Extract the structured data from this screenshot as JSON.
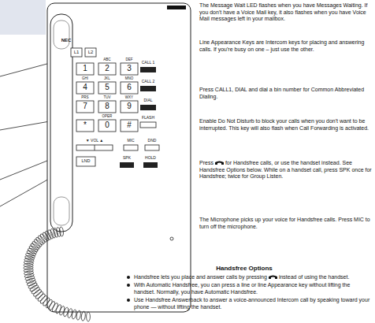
{
  "diagram": {
    "labels": [
      "The Message Wait LED flashes when you have Messages Waiting. If you don't have a Voice Mail key, it also flashes when you have Voice Mail messages left in your mailbox.",
      "Line Appearance Keys are Intercom keys for placing and answering calls. If you're busy on one – just use the other.",
      "Press CALL1, DIAL and dial a bin number for Common Abbreviated Dialing.",
      "Enable Do Not Disturb to block your calls when you don't want to be interrupted. This key will also flash when Call Forwarding is activated.",
      "Press",
      "for Handsfree calls, or use the handset instead. See Handsfree Options below. While on a handset call, press SPK once for Handsfree; twice for Group Listen.",
      "The Microphone picks up your voice for Handsfree calls. Press MIC to turn off the microphone.",
      "Handsfree Options",
      "Handsfree lets you place and answer calls by pressing",
      "instead of using the handset.",
      "With Automatic Handsfree, you can press a line or line Appearance key without lifting the handset. Normally, you have Automatic Handsfree.",
      "Use Handsfree Answerback to answer a voice-announced Intercom call by speaking toward your phone — without lifting the handset.",
      "NEC",
      "L1",
      "L2",
      "1",
      "ABC",
      "2",
      "DEF",
      "3",
      "CALL 1",
      "GHI",
      "4",
      "JKL",
      "5",
      "MNO",
      "6",
      "CALL 2",
      "PRS",
      "7",
      "TUV",
      "8",
      "WXY",
      "9",
      "DIAL",
      "FLASH",
      "*",
      "OPER",
      "0",
      "#",
      "MIC",
      "DND",
      "▼  VOL  ▲",
      "LND",
      "SPK",
      "HOLD"
    ]
  }
}
